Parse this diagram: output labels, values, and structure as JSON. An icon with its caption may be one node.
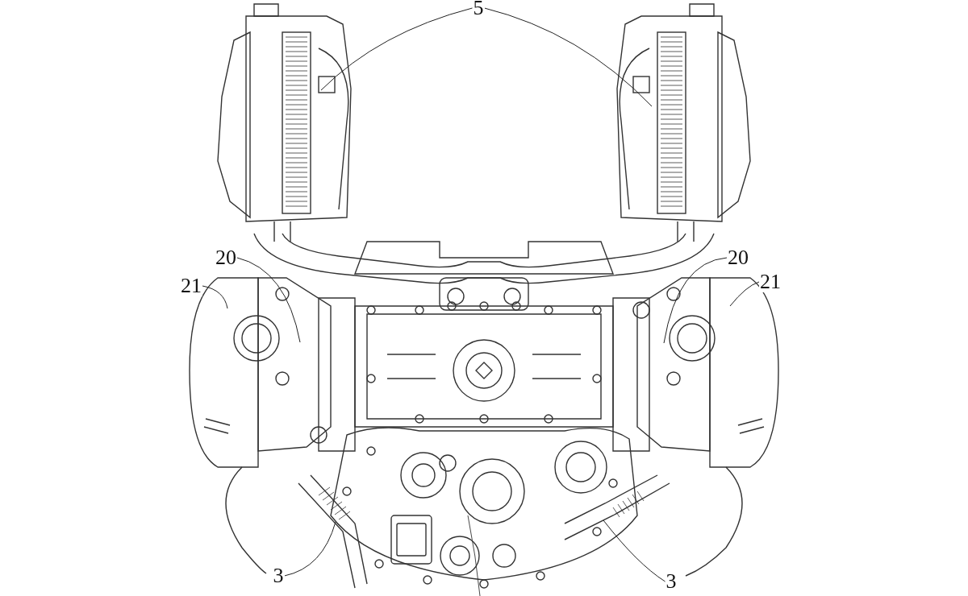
{
  "diagram": {
    "nodes": [
      {
        "text": [
          "5"
        ]
      },
      {
        "text": [
          "20"
        ]
      },
      {
        "text": [
          "21"
        ]
      },
      {
        "text": [
          "20"
        ]
      },
      {
        "text": [
          "21"
        ]
      },
      {
        "text": [
          "3"
        ]
      },
      {
        "text": [
          "3"
        ]
      }
    ],
    "edges": [
      {
        "from": 0,
        "to": null,
        "arrow": "none"
      },
      {
        "from": 0,
        "to": null,
        "arrow": "none"
      },
      {
        "from": 1,
        "to": null,
        "arrow": "none"
      },
      {
        "from": 2,
        "to": null,
        "arrow": "none"
      },
      {
        "from": 3,
        "to": null,
        "arrow": "none"
      },
      {
        "from": 4,
        "to": null,
        "arrow": "none"
      },
      {
        "from": 5,
        "to": null,
        "arrow": "none"
      },
      {
        "from": 6,
        "to": null,
        "arrow": "none"
      }
    ]
  }
}
